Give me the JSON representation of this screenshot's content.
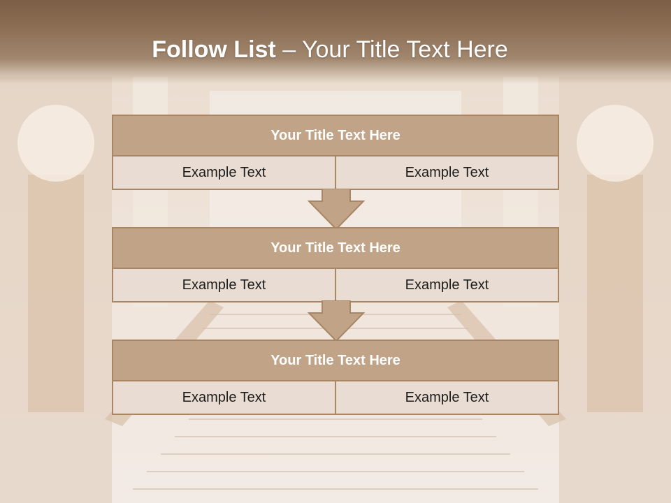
{
  "slide": {
    "title_bold": "Follow List",
    "title_rest": " – Your Title Text Here"
  },
  "blocks": [
    {
      "title": "Your Title Text Here",
      "left": "Example Text",
      "right": "Example Text"
    },
    {
      "title": "Your Title Text Here",
      "left": "Example Text",
      "right": "Example Text"
    },
    {
      "title": "Your Title Text Here",
      "left": "Example Text",
      "right": "Example Text"
    }
  ],
  "colors": {
    "header_fill": "#c1a487",
    "border": "#a88563",
    "cell_fill": "#e9ddd3",
    "arrow_fill": "#c1a487"
  }
}
